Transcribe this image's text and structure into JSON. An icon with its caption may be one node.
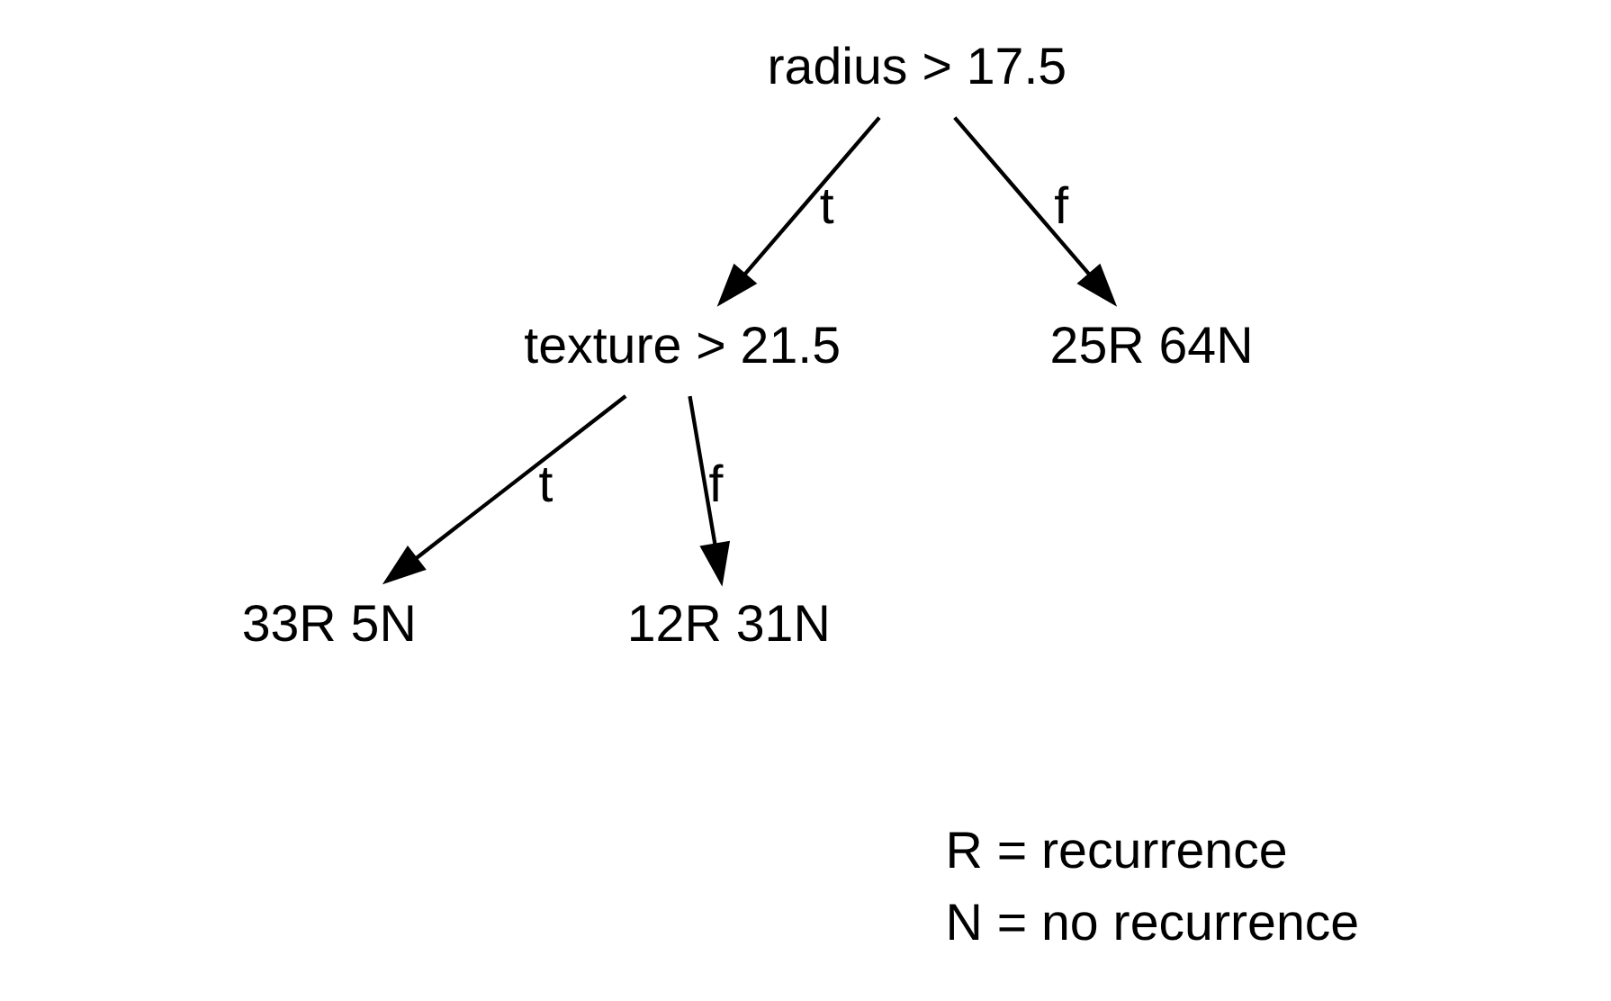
{
  "diagram": {
    "nodes": [
      {
        "text": [
          "radius > 17.5"
        ]
      },
      {
        "text": [
          "texture > 21.5"
        ]
      },
      {
        "text": [
          "25R 64N"
        ]
      },
      {
        "text": [
          "33R 5N"
        ]
      },
      {
        "text": [
          "12R 31N"
        ]
      }
    ],
    "edges": [
      {
        "from": 0,
        "to": 1,
        "arrow": "to",
        "label": "t"
      },
      {
        "from": 0,
        "to": 2,
        "arrow": "to",
        "label": "f"
      },
      {
        "from": 1,
        "to": 3,
        "arrow": "to",
        "label": "t"
      },
      {
        "from": 1,
        "to": 4,
        "arrow": "to",
        "label": "f"
      }
    ],
    "labels": [
      "R = recurrence",
      "N = no recurrence"
    ]
  }
}
